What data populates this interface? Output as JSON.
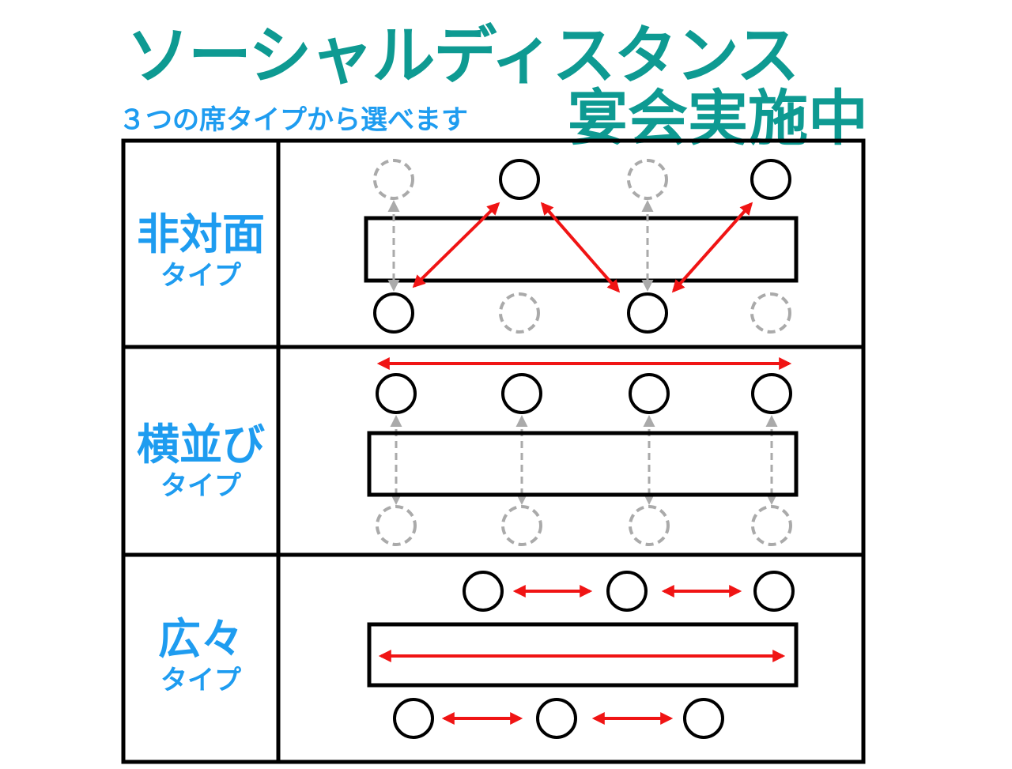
{
  "header": {
    "title": "ソーシャルディスタンス",
    "subtitle": "宴会実施中",
    "tagline": "３つの席タイプから選べます"
  },
  "rows": [
    {
      "name": "非対面",
      "suffix": "タイプ"
    },
    {
      "name": "横並び",
      "suffix": "タイプ"
    },
    {
      "name": "広々",
      "suffix": "タイプ"
    }
  ],
  "colors": {
    "title": "#0e9a92",
    "label": "#1e9cf0",
    "arrow": "#f01414",
    "ghost": "#aaaaaa"
  }
}
